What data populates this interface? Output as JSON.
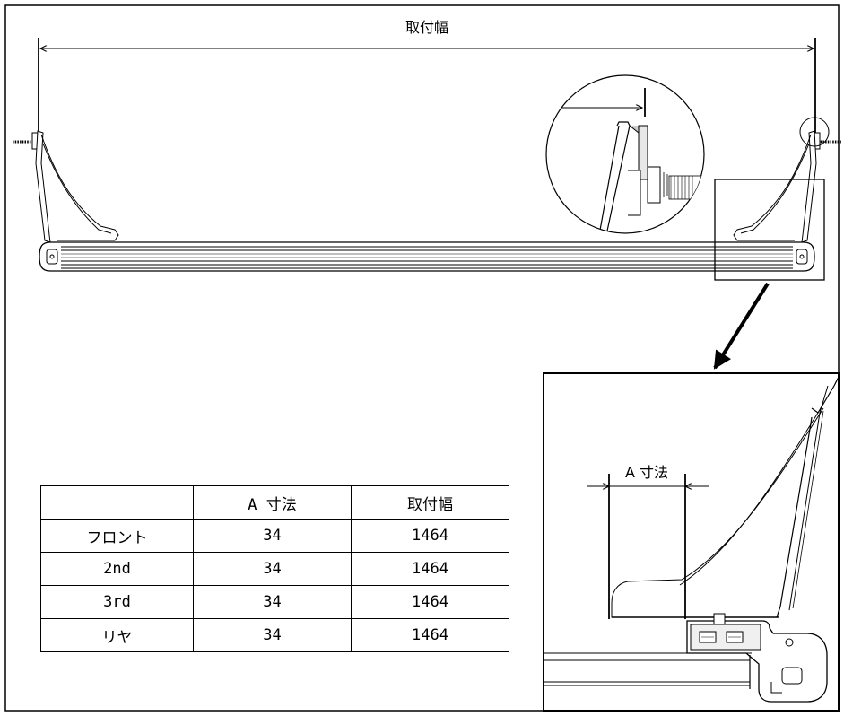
{
  "diagram": {
    "width_label": "取付幅",
    "a_dimension_label": "A 寸法"
  },
  "table": {
    "headers": [
      "",
      "A 寸法",
      "取付幅"
    ],
    "rows": [
      [
        "フロント",
        "34",
        "1464"
      ],
      [
        "2nd",
        "34",
        "1464"
      ],
      [
        "3rd",
        "34",
        "1464"
      ],
      [
        "リヤ",
        "34",
        "1464"
      ]
    ]
  }
}
